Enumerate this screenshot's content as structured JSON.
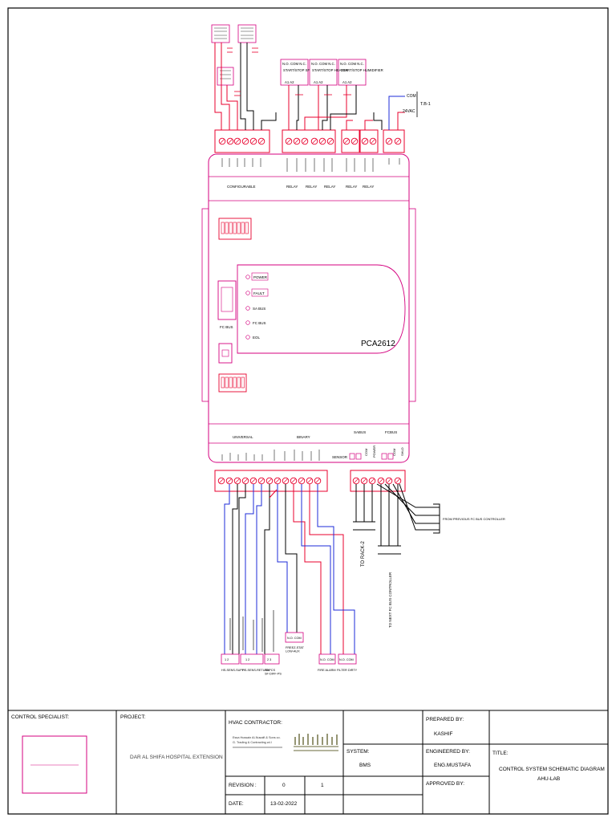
{
  "controller": {
    "model": "PCA2612",
    "leds": [
      "POWER",
      "FAULT",
      "SA BUS",
      "FC BUS",
      "EOL"
    ],
    "fc_bus_port_label": "FC BUS",
    "top_groups": [
      "CONFIGURABLE",
      "RELAY",
      "RELAY",
      "RELAY",
      "RELAY",
      "RELAY"
    ],
    "bottom_groups": [
      "UNIVERSAL",
      "BINARY",
      "SENSOR",
      "SABUS",
      "FCBUS"
    ],
    "sabus_terminals": [
      "COM",
      "POWER"
    ],
    "fcbus_terminals": [
      "COM",
      "SHLD"
    ]
  },
  "relays": [
    {
      "contacts": "N.O. COM N.C.",
      "function": "START/STOP SF",
      "terminals": "A1   A2"
    },
    {
      "contacts": "N.O. COM N.C.",
      "function": "START/STOP HEATER",
      "terminals": "A1   A2"
    },
    {
      "contacts": "N.O. COM N.C.",
      "function": "START/STOP HUMIDIFIER",
      "terminals": "A1   A2"
    }
  ],
  "power": {
    "com": "COM",
    "supply": "24VAC",
    "transformer": "T.B-1"
  },
  "bus_links": {
    "sabus": "TO RACK-2",
    "fcbus_next": "TO NEXT FC BUS CONTROLLER",
    "fcbus_prev": "FROM PREVIOUS FC BUS CONTROLLER"
  },
  "field_devices": [
    {
      "pins": "1  2",
      "label": "HS-SENS-SUPP"
    },
    {
      "pins": "1  2",
      "label": "HS-SENS-RETURN"
    },
    {
      "pins": "2  3",
      "label": "SDPCS\nSF-DIFF-PS"
    },
    {
      "pins": "N.O.  COM",
      "label": "FREEZ-STAT\nLOW-AUX"
    },
    {
      "pins": "N.O.  COM",
      "label": "FIRE ALARM"
    },
    {
      "pins": "N.O.  COM",
      "label": "FILTER DIRTY"
    }
  ],
  "title_block": {
    "control_specialist_label": "CONTROL SPECIALIST:",
    "project_label": "PROJECT:",
    "project_name": "DAR AL SHIFA HOSPITAL EXTENSION",
    "hvac_contractor_label": "HVAC CONTRACTOR:",
    "contractor_line1": "Essa Hussain Al-Nusaifi & Sons co.",
    "contractor_line2": "G. Trading & Contracting w.l.l",
    "system_label": "SYSTEM:",
    "system_value": "BMS",
    "prepared_by_label": "PREPARED BY:",
    "prepared_by": "KASHIF",
    "engineered_by_label": "ENGINEERED BY:",
    "engineered_by": "ENG.MUSTAFA",
    "approved_by_label": "APPROVED BY:",
    "title_label": "TITLE:",
    "title_line1": "CONTROL SYSTEM SCHEMATIC DIAGRAM",
    "title_line2": "AHU-LAB",
    "revision_label": "REVISION :",
    "revision_values": [
      "0",
      "1"
    ],
    "date_label": "DATE:",
    "date_value": "13-02-2022"
  },
  "colors": {
    "line": "#000000",
    "accent_red": "#e8002d",
    "accent_blue": "#1d2bd8",
    "accent_magenta": "#d4007f"
  }
}
